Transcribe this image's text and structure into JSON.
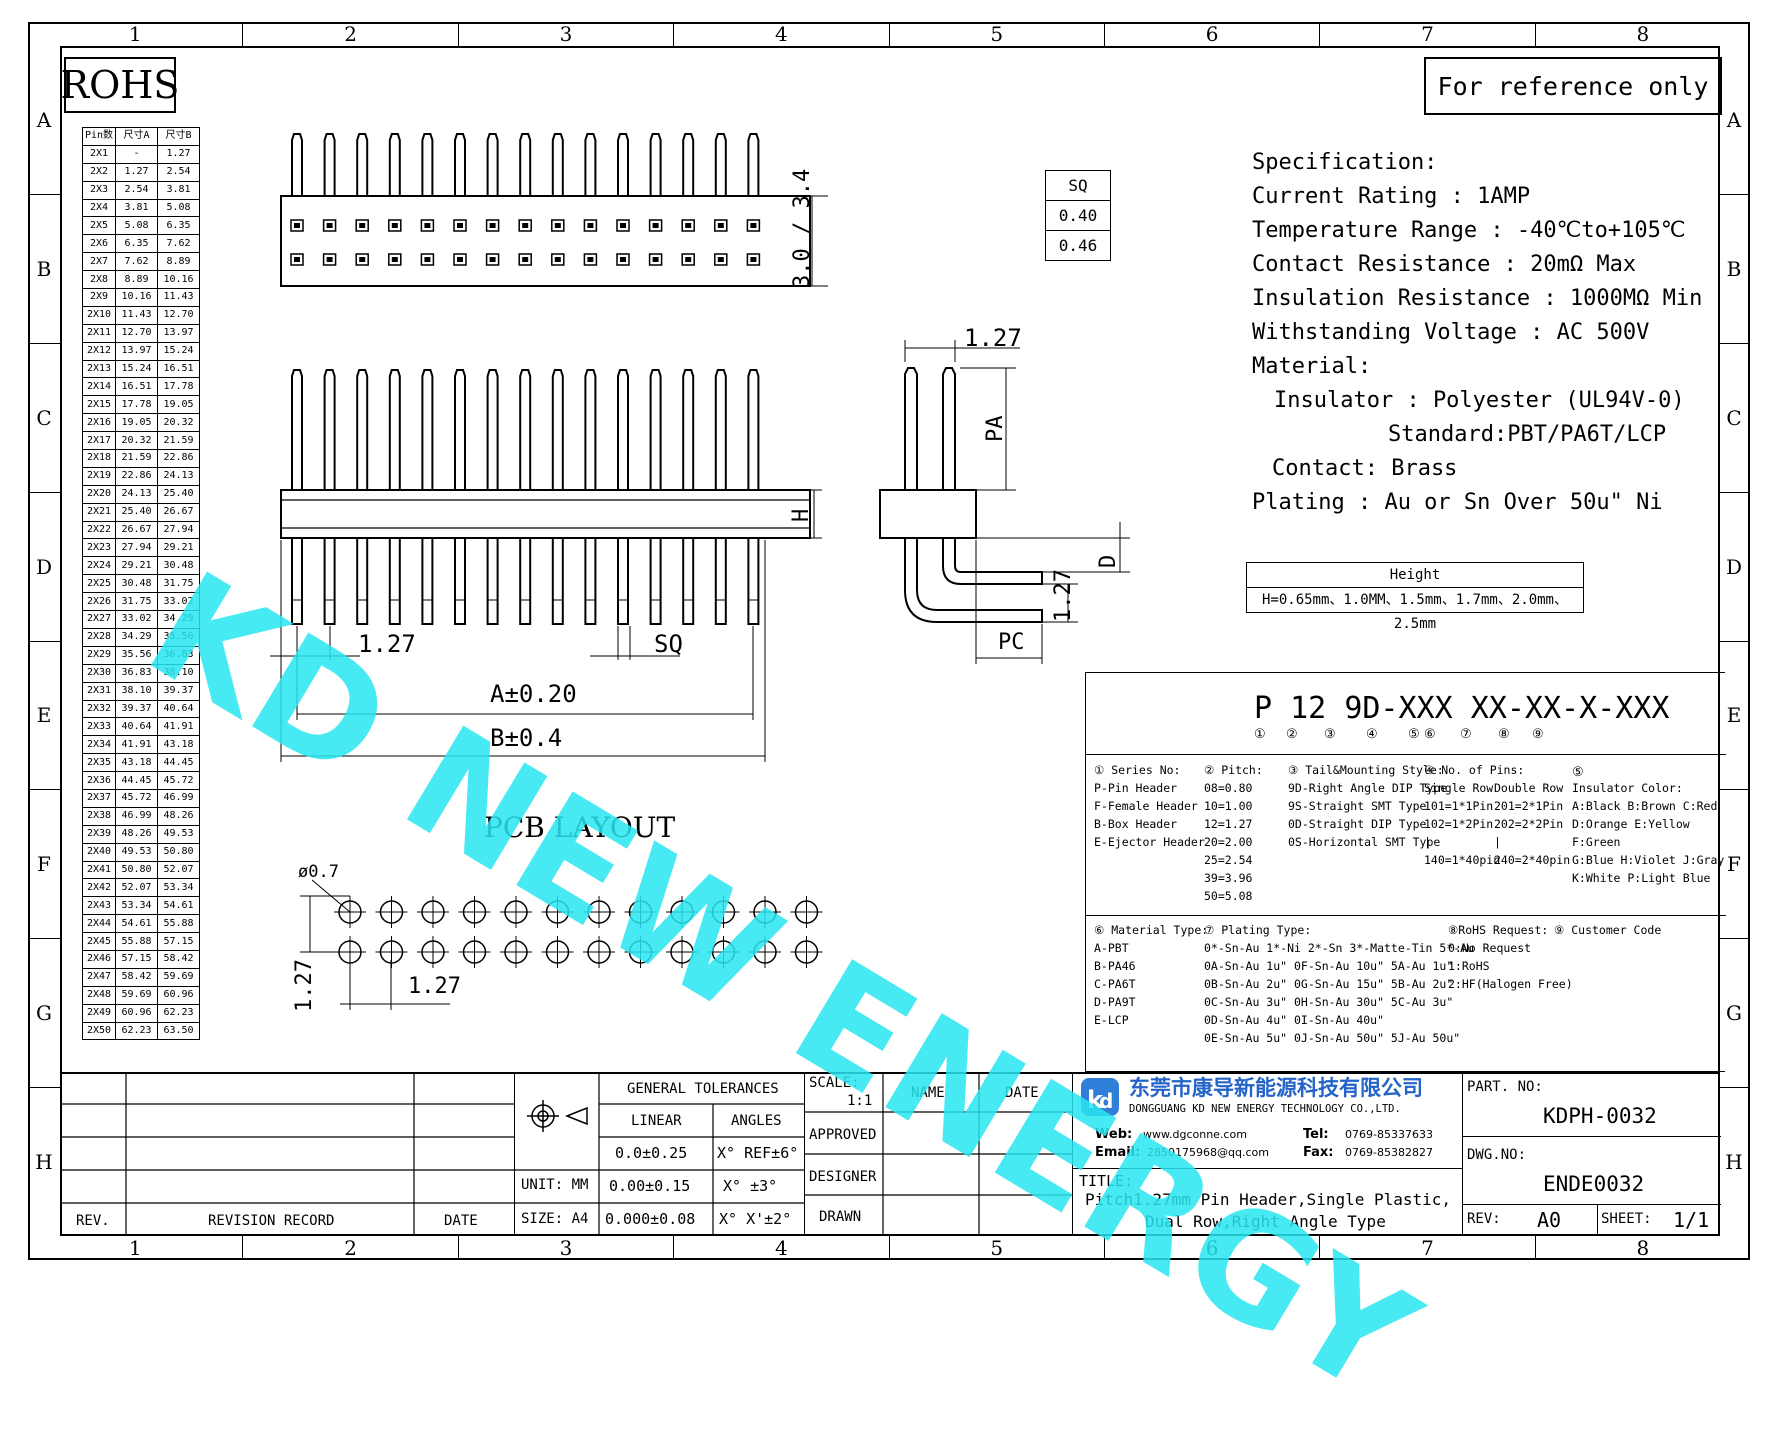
{
  "zones": {
    "cols": [
      "1",
      "2",
      "3",
      "4",
      "5",
      "6",
      "7",
      "8"
    ],
    "rows": [
      "A",
      "B",
      "C",
      "D",
      "E",
      "F",
      "G",
      "H"
    ]
  },
  "rohs": "ROHS",
  "reference_note": "For reference only",
  "pin_table": {
    "headers": [
      "Pin数",
      "尺寸A",
      "尺寸B"
    ],
    "rows": [
      [
        "2X1",
        "-",
        "1.27"
      ],
      [
        "2X2",
        "1.27",
        "2.54"
      ],
      [
        "2X3",
        "2.54",
        "3.81"
      ],
      [
        "2X4",
        "3.81",
        "5.08"
      ],
      [
        "2X5",
        "5.08",
        "6.35"
      ],
      [
        "2X6",
        "6.35",
        "7.62"
      ],
      [
        "2X7",
        "7.62",
        "8.89"
      ],
      [
        "2X8",
        "8.89",
        "10.16"
      ],
      [
        "2X9",
        "10.16",
        "11.43"
      ],
      [
        "2X10",
        "11.43",
        "12.70"
      ],
      [
        "2X11",
        "12.70",
        "13.97"
      ],
      [
        "2X12",
        "13.97",
        "15.24"
      ],
      [
        "2X13",
        "15.24",
        "16.51"
      ],
      [
        "2X14",
        "16.51",
        "17.78"
      ],
      [
        "2X15",
        "17.78",
        "19.05"
      ],
      [
        "2X16",
        "19.05",
        "20.32"
      ],
      [
        "2X17",
        "20.32",
        "21.59"
      ],
      [
        "2X18",
        "21.59",
        "22.86"
      ],
      [
        "2X19",
        "22.86",
        "24.13"
      ],
      [
        "2X20",
        "24.13",
        "25.40"
      ],
      [
        "2X21",
        "25.40",
        "26.67"
      ],
      [
        "2X22",
        "26.67",
        "27.94"
      ],
      [
        "2X23",
        "27.94",
        "29.21"
      ],
      [
        "2X24",
        "29.21",
        "30.48"
      ],
      [
        "2X25",
        "30.48",
        "31.75"
      ],
      [
        "2X26",
        "31.75",
        "33.02"
      ],
      [
        "2X27",
        "33.02",
        "34.29"
      ],
      [
        "2X28",
        "34.29",
        "35.56"
      ],
      [
        "2X29",
        "35.56",
        "36.83"
      ],
      [
        "2X30",
        "36.83",
        "38.10"
      ],
      [
        "2X31",
        "38.10",
        "39.37"
      ],
      [
        "2X32",
        "39.37",
        "40.64"
      ],
      [
        "2X33",
        "40.64",
        "41.91"
      ],
      [
        "2X34",
        "41.91",
        "43.18"
      ],
      [
        "2X35",
        "43.18",
        "44.45"
      ],
      [
        "2X36",
        "44.45",
        "45.72"
      ],
      [
        "2X37",
        "45.72",
        "46.99"
      ],
      [
        "2X38",
        "46.99",
        "48.26"
      ],
      [
        "2X39",
        "48.26",
        "49.53"
      ],
      [
        "2X40",
        "49.53",
        "50.80"
      ],
      [
        "2X41",
        "50.80",
        "52.07"
      ],
      [
        "2X42",
        "52.07",
        "53.34"
      ],
      [
        "2X43",
        "53.34",
        "54.61"
      ],
      [
        "2X44",
        "54.61",
        "55.88"
      ],
      [
        "2X45",
        "55.88",
        "57.15"
      ],
      [
        "2X46",
        "57.15",
        "58.42"
      ],
      [
        "2X47",
        "58.42",
        "59.69"
      ],
      [
        "2X48",
        "59.69",
        "60.96"
      ],
      [
        "2X49",
        "60.96",
        "62.23"
      ],
      [
        "2X50",
        "62.23",
        "63.50"
      ]
    ]
  },
  "sq_table": {
    "header": "SQ",
    "values": [
      "0.40",
      "0.46"
    ]
  },
  "dims": {
    "top_height": "3.0 / 3.4",
    "pitch": "1.27",
    "sq": "SQ",
    "a": "A±0.20",
    "b": "B±0.4",
    "h": "H",
    "pa": "PA",
    "pc": "PC",
    "d": "D",
    "side_pitch": "1.27",
    "side_vert": "1.27",
    "pcb_title": "PCB LAYOUT",
    "hole": "ø0.7",
    "pcb_pitch_h": "1.27",
    "pcb_pitch_v": "1.27"
  },
  "spec": {
    "title": "Specification:",
    "current": "Current Rating : 1AMP",
    "temperature": "Temperature Range : -40℃to+105℃",
    "contact_res": "Contact Resistance : 20mΩ Max",
    "insulation_res": "Insulation Resistance : 1000MΩ Min",
    "voltage": "Withstanding Voltage : AC 500V",
    "material": "Material:",
    "insulator": "Insulator : Polyester (UL94V-0)",
    "standard": "Standard:PBT/PA6T/LCP",
    "contact": "Contact: Brass",
    "plating": "Plating : Au or Sn Over 50u\" Ni"
  },
  "height_box": {
    "title": "Height",
    "values": "H=0.65mm、1.0MM、1.5mm、1.7mm、2.0mm、2.5mm"
  },
  "part_code": {
    "segments": [
      "P",
      "12",
      "9D-XXX",
      "X",
      "X",
      "-XX-",
      "X",
      "-XXX"
    ],
    "markers": [
      "①",
      "②",
      "③",
      "④",
      "⑤",
      "⑥",
      "⑦",
      "⑧",
      "⑨"
    ]
  },
  "legend": {
    "series": [
      "① Series No:",
      "P-Pin Header",
      "F-Female Header",
      "B-Box Header",
      "E-Ejector Header"
    ],
    "pitch": [
      "② Pitch:",
      "08=0.80",
      "10=1.00",
      "12=1.27",
      "20=2.00",
      "25=2.54",
      "39=3.96",
      "50=5.08"
    ],
    "tail": [
      "③ Tail&Mounting Style:",
      "9D-Right Angle DIP Type",
      "9S-Straight SMT Type",
      "0D-Straight DIP Type",
      "0S-Horizontal SMT Type"
    ],
    "pins": [
      "④ No. of Pins:",
      "Single Row",
      "101=1*1Pin",
      "102=1*2Pin",
      "|",
      "140=1*40pin"
    ],
    "pins_double": [
      "Double Row",
      "201=2*1Pin",
      "202=2*2Pin",
      "|",
      "240=2*40pin"
    ],
    "insulator_color": [
      "Insulator Color:",
      "A:Black  B:Brown  C:Red",
      "D:Orange E:Yellow F:Green",
      "G:Blue   H:Violet J:Gray",
      "K:White  P:Light Blue"
    ],
    "material": [
      "⑥ Material Type:",
      "A-PBT",
      "B-PA46",
      "C-PA6T",
      "D-PA9T",
      "E-LCP"
    ],
    "plating": [
      "⑦ Plating Type:",
      "0*-Sn-Au 1*-Ni 2*-Sn 3*-Matte-Tin 5*-Au",
      "0A-Sn-Au 1u\" 0F-Sn-Au 10u\"  5A-Au 1u\"",
      "0B-Sn-Au 2u\" 0G-Sn-Au 15u\"  5B-Au 2u\"",
      "0C-Sn-Au 3u\" 0H-Sn-Au 30u\"  5C-Au 3u\"",
      "0D-Sn-Au 4u\" 0I-Sn-Au 40u\"",
      "0E-Sn-Au 5u\" 0J-Sn-Au 50u\"  5J-Au 50u\""
    ],
    "rohs": [
      "⑧RoHS Request:",
      "0:No Request",
      "1:RoHS",
      "2:HF(Halogen Free)"
    ],
    "customer": [
      "⑨ Customer Code"
    ]
  },
  "title_block": {
    "rev": "REV.",
    "revision_record": "REVISION RECORD",
    "date": "DATE",
    "general_tolerances": "GENERAL TOLERANCES",
    "linear": "LINEAR",
    "angles": "ANGLES",
    "lin1": "0.0±0.25",
    "lin2": "0.00±0.15",
    "lin3": "0.000±0.08",
    "ang1": "X° REF±6°",
    "ang2": "X° ±3°",
    "ang3": "X° X'±2°",
    "unit": "UNIT: MM",
    "size": "SIZE: A4",
    "scale": "SCALE:",
    "scale_val": "1:1",
    "name": "NAME",
    "date2": "DATE",
    "approved": "APPROVED",
    "designer": "DESIGNER",
    "drawn": "DRAWN",
    "company_cn": "东莞市康导新能源科技有限公司",
    "company_en": "DONGGUANG KD NEW ENERGY TECHNOLOGY CO.,LTD.",
    "web_label": "Web:",
    "web": "www.dgconne.com",
    "tel_label": "Tel:",
    "tel": "0769-85337633",
    "email_label": "Email:",
    "email": "2850175968@qq.com",
    "fax_label": "Fax:",
    "fax": "0769-85382827",
    "title_label": "TITLE:",
    "title_line1": "Pitch1.27mm Pin Header,Single Plastic,",
    "title_line2": "Dual Row,Right Angle Type",
    "part_no_label": "PART. NO:",
    "part_no": "KDPH-0032",
    "dwg_no_label": "DWG.NO:",
    "dwg_no": "ENDE0032",
    "rev_label": "REV:",
    "rev_val": "A0",
    "sheet_label": "SHEET:",
    "sheet_val": "1/1"
  },
  "watermark": "KD NEW ENERGY"
}
